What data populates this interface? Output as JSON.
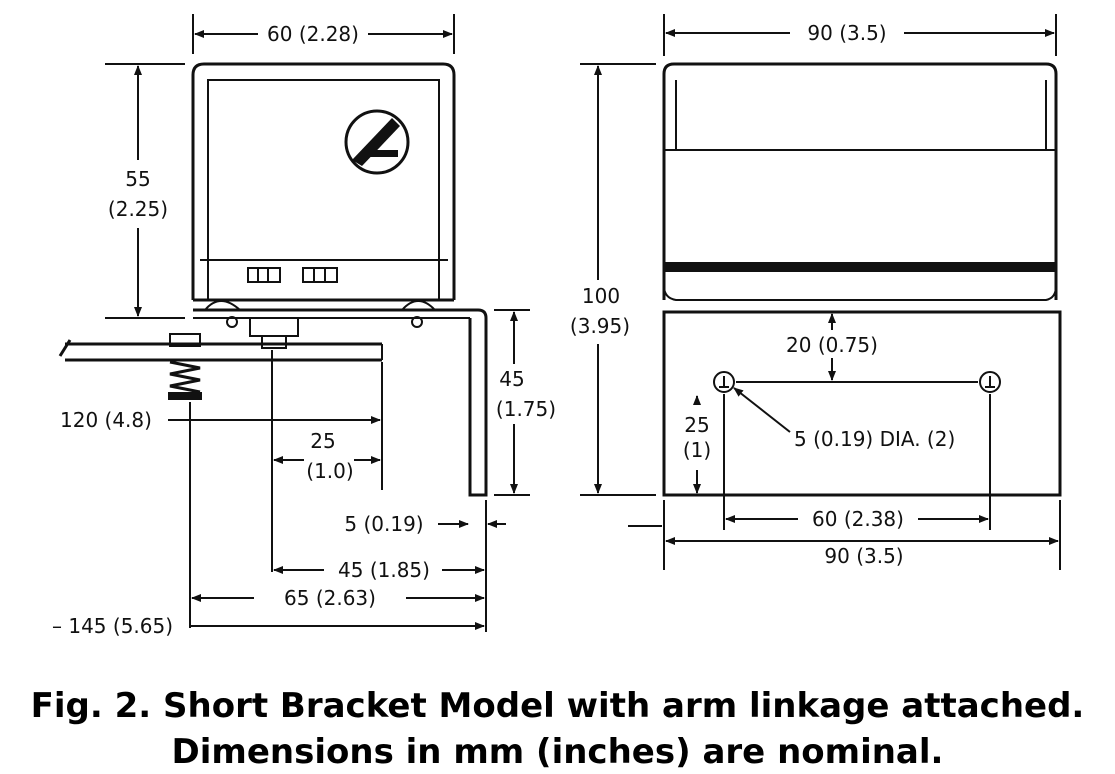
{
  "caption": {
    "line1": "Fig. 2. Short Bracket Model with arm linkage attached.",
    "line2": "Dimensions in mm (inches) are nominal."
  },
  "side_view": {
    "top_width": "60 (2.28)",
    "height_1": "55",
    "height_2": "(2.25)",
    "arm_length": "120 (4.8)",
    "arm_offset_1": "25",
    "arm_offset_2": "(1.0)",
    "bracket_height_1": "45",
    "bracket_height_2": "(1.75)",
    "bracket_thickness": "5 (0.19)",
    "bracket_reach": "45 (1.85)",
    "bracket_span": "65 (2.63)",
    "overall_length": "– 145 (5.65)"
  },
  "front_view": {
    "top_width": "90 (3.5)",
    "height_1": "100",
    "height_2": "(3.95)",
    "hole_offset": "20 (0.75)",
    "hole_height_1": "25",
    "hole_height_2": "(1)",
    "hole_diameter": "5 (0.19) DIA. (2)",
    "hole_spacing": "60 (2.38)",
    "bottom_width": "90 (3.5)"
  }
}
